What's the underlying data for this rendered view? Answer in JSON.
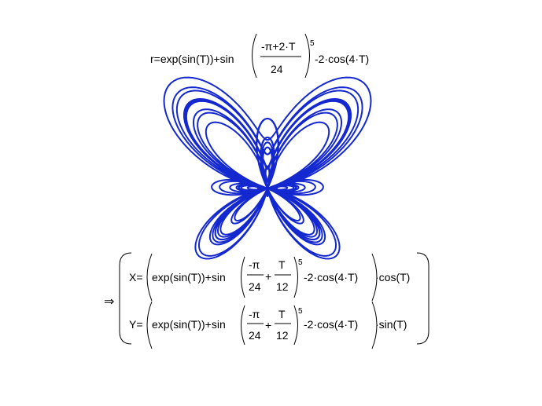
{
  "curve": {
    "color": "#1428d0"
  },
  "polar_formula": {
    "lhs": "r=exp(sin(T))+sin",
    "numerator": "-π+2·T",
    "denominator": "24",
    "exponent": "5",
    "tail": "-2·cos(4·T)"
  },
  "implies_symbol": "⇒",
  "x_formula": {
    "lhs": "X=",
    "base": "exp(sin(T))+sin",
    "frac1_num": "-π",
    "frac1_den": "24",
    "plus": "+",
    "frac2_num": "T",
    "frac2_den": "12",
    "exponent": "5",
    "tail": "-2·cos(4·T)",
    "trig": "·cos(T)"
  },
  "y_formula": {
    "lhs": "Y=",
    "base": "exp(sin(T))+sin",
    "frac1_num": "-π",
    "frac1_den": "24",
    "plus": "+",
    "frac2_num": "T",
    "frac2_den": "12",
    "exponent": "5",
    "tail": "-2·cos(4·T)",
    "trig": "·sin(T)"
  }
}
